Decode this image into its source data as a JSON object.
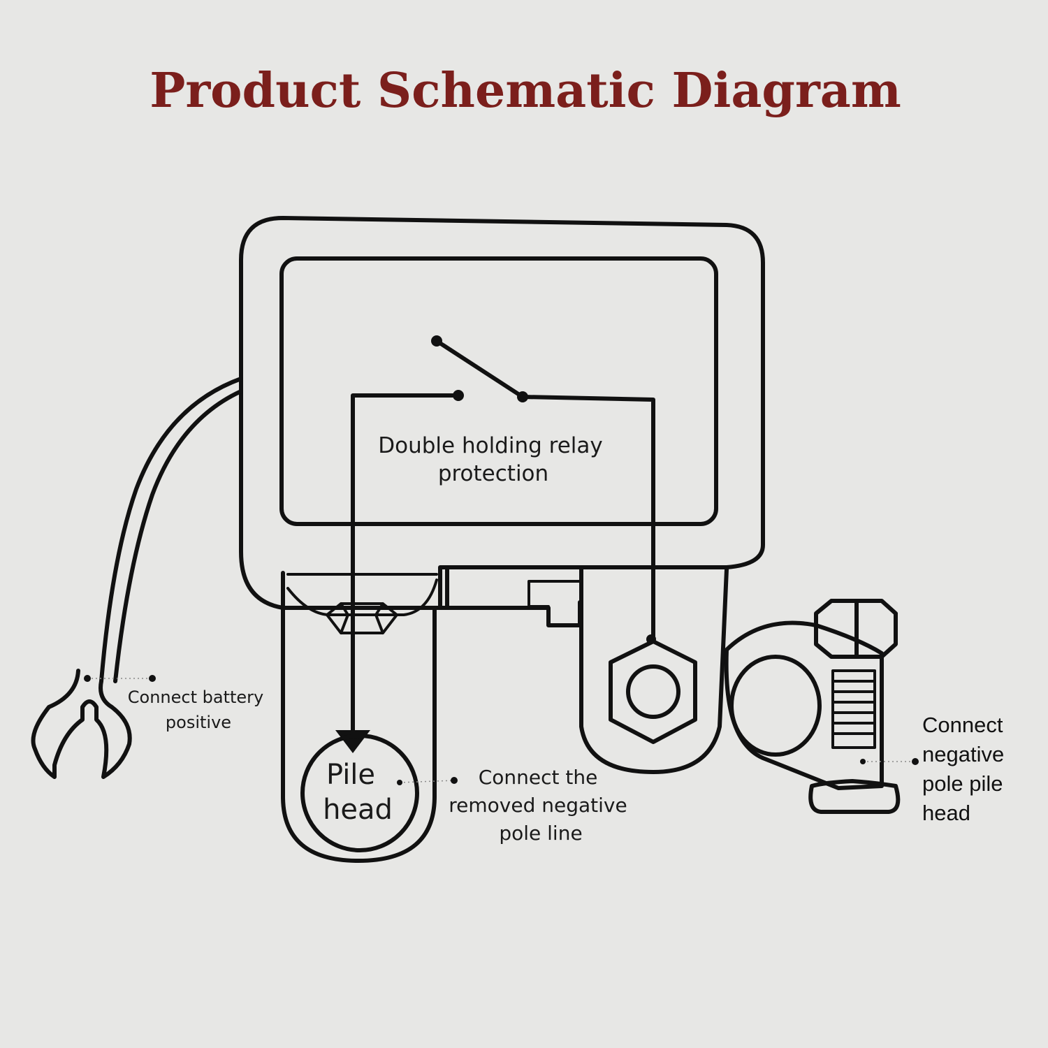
{
  "title": "Product Schematic Diagram",
  "colors": {
    "title": "#7b1f1c",
    "background": "#e7e7e5",
    "line": "#111111"
  },
  "relay_label": {
    "line1": "Double holding relay",
    "line2": "protection"
  },
  "pile_head": {
    "line1": "Pile",
    "line2": "head"
  },
  "labels": {
    "battery_positive": {
      "line1": "Connect battery",
      "line2": "positive"
    },
    "removed_negative": {
      "line1": "Connect the",
      "line2": "removed negative",
      "line3": "pole line"
    },
    "negative_pole": {
      "line1": "Connect",
      "line2": "negative",
      "line3": "pole pile",
      "line4": "head"
    }
  }
}
